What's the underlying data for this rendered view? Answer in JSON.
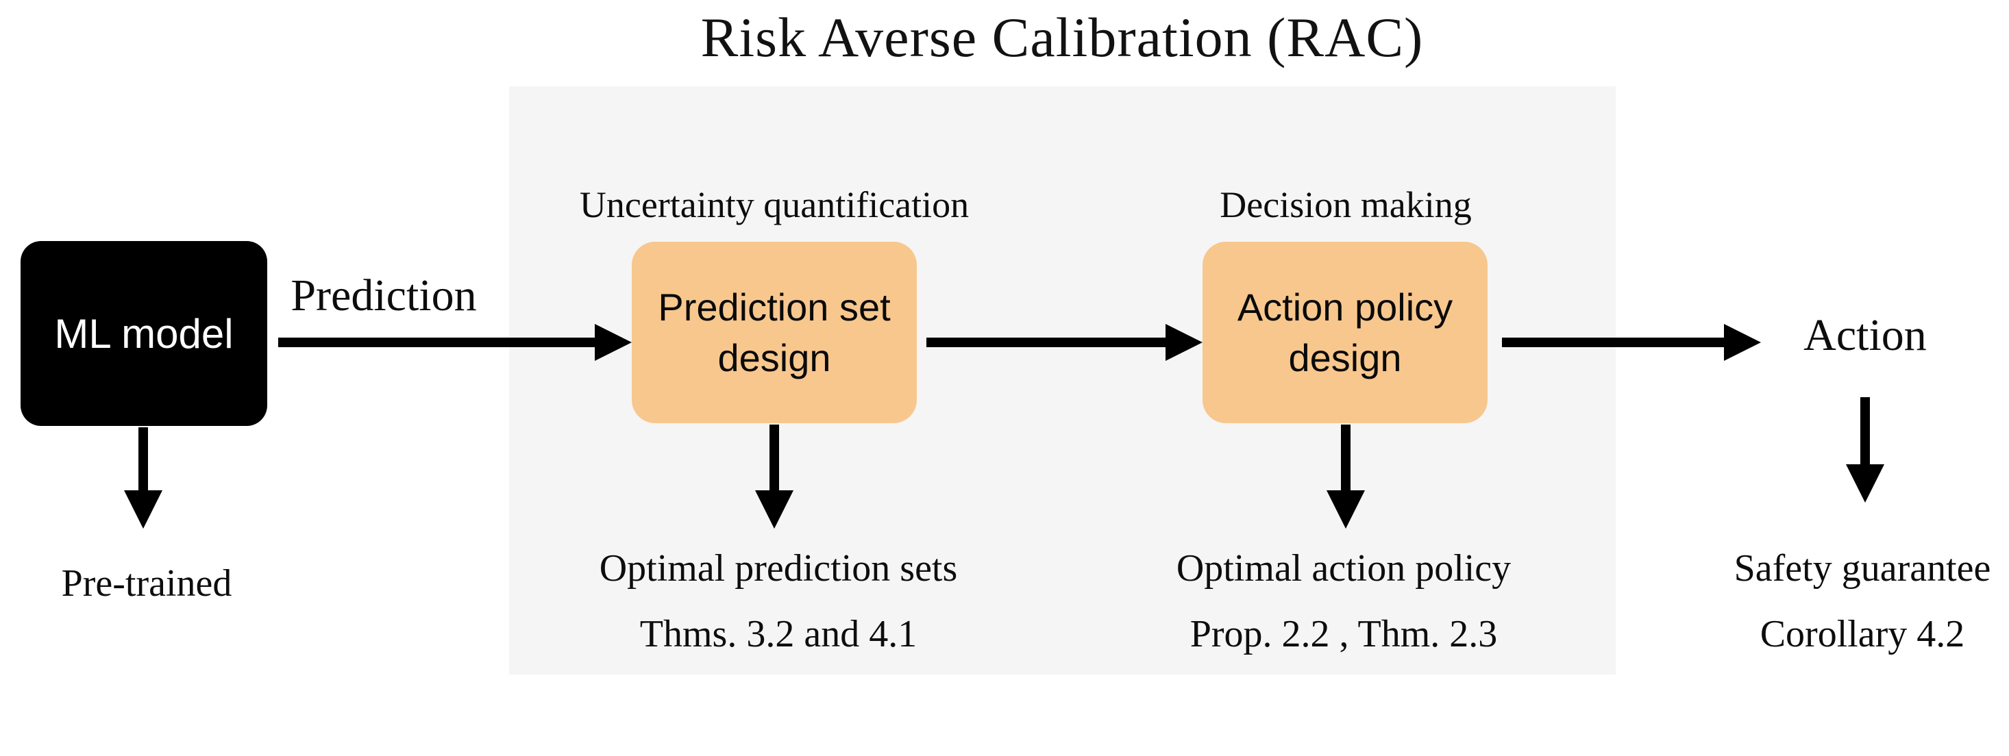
{
  "title": "Risk Averse Calibration (RAC)",
  "colors": {
    "panel_background": "#f5f5f5",
    "stage_fill": "#f8c78d",
    "model_fill": "#000000",
    "arrow": "#000000",
    "page_background": "#ffffff"
  },
  "model": {
    "label": "ML model",
    "annotation": "Pre-trained"
  },
  "edges": {
    "prediction_label": "Prediction"
  },
  "stages": [
    {
      "category": "Uncertainty quantification",
      "label": "Prediction set\ndesign",
      "annotation_line1": "Optimal prediction sets",
      "annotation_line2": "Thms. 3.2 and 4.1"
    },
    {
      "category": "Decision making",
      "label": "Action policy\ndesign",
      "annotation_line1": "Optimal action policy",
      "annotation_line2": "Prop. 2.2 , Thm. 2.3"
    }
  ],
  "output": {
    "label": "Action",
    "annotation_line1": "Safety guarantee",
    "annotation_line2": "Corollary 4.2"
  }
}
